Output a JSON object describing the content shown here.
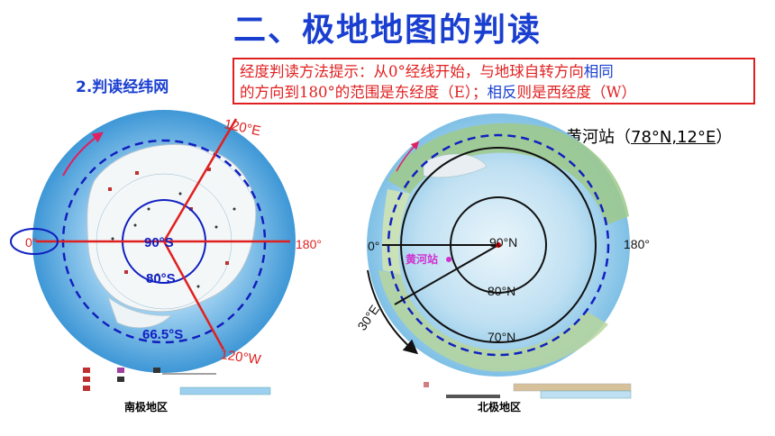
{
  "title": "二、极地地图的判读",
  "subtitle": "2.判读经纬网",
  "hint": {
    "line1_a": "经度判读方法提示：从0°经线开始，与地球自转方向",
    "line1_b": "相同",
    "line2_a": "的方向到180°的范围是东经度（E）；",
    "line2_b": "相反",
    "line2_c": "则是西经度（W）"
  },
  "station": {
    "name": "黄河站（",
    "coords": "78°N,12°E",
    "close": "）"
  },
  "south_map": {
    "caption": "南极地区",
    "labels": {
      "e120": "120°E",
      "w120": "120°W",
      "zero": "0°",
      "e180": "180°",
      "s90": "90°S",
      "s80": "80°S",
      "s665": "66.5°S"
    }
  },
  "north_map": {
    "caption": "北极地区",
    "labels": {
      "zero": "0°",
      "e180": "180°",
      "n90": "90°N",
      "n80": "80°N",
      "n70": "70°N",
      "e30": "30°E",
      "station": "黄河站"
    }
  },
  "colors": {
    "title": "#1a3fd0",
    "accent_red": "#e02020",
    "circle_blue": "#1020c0",
    "ocean": "#5aaee0"
  }
}
